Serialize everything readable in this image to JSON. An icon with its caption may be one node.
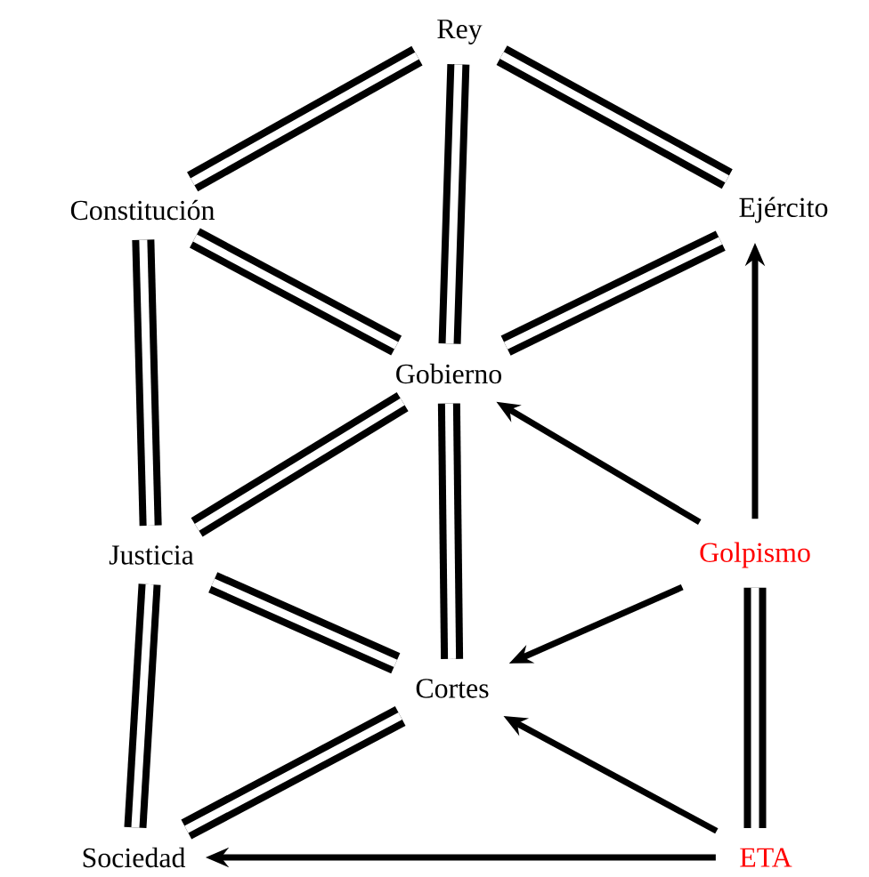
{
  "diagram": {
    "nodes": [
      {
        "text": [
          "Rey"
        ]
      },
      {
        "text": [
          "Constitución"
        ]
      },
      {
        "text": [
          "Ejército"
        ]
      },
      {
        "text": [
          "Gobierno"
        ]
      },
      {
        "text": [
          "Justicia"
        ]
      },
      {
        "text": [
          "Golpismo"
        ]
      },
      {
        "text": [
          "Cortes"
        ]
      },
      {
        "text": [
          "Sociedad"
        ]
      },
      {
        "text": [
          "ETA"
        ]
      }
    ],
    "edges": [
      {
        "from": 0,
        "to": 1,
        "arrow": "none"
      },
      {
        "from": 0,
        "to": 3,
        "arrow": "none"
      },
      {
        "from": 0,
        "to": 2,
        "arrow": "none"
      },
      {
        "from": 1,
        "to": 3,
        "arrow": "none"
      },
      {
        "from": 2,
        "to": 3,
        "arrow": "none"
      },
      {
        "from": 1,
        "to": 4,
        "arrow": "none"
      },
      {
        "from": 3,
        "to": 4,
        "arrow": "none"
      },
      {
        "from": 3,
        "to": 6,
        "arrow": "none"
      },
      {
        "from": 4,
        "to": 6,
        "arrow": "none"
      },
      {
        "from": 4,
        "to": 7,
        "arrow": "none"
      },
      {
        "from": 6,
        "to": 7,
        "arrow": "none"
      },
      {
        "from": 5,
        "to": 8,
        "arrow": "none"
      },
      {
        "from": 5,
        "to": 2,
        "arrow": "to"
      },
      {
        "from": 5,
        "to": 3,
        "arrow": "to"
      },
      {
        "from": 5,
        "to": 6,
        "arrow": "to"
      },
      {
        "from": 8,
        "to": 6,
        "arrow": "to"
      },
      {
        "from": 8,
        "to": 7,
        "arrow": "to"
      }
    ]
  }
}
